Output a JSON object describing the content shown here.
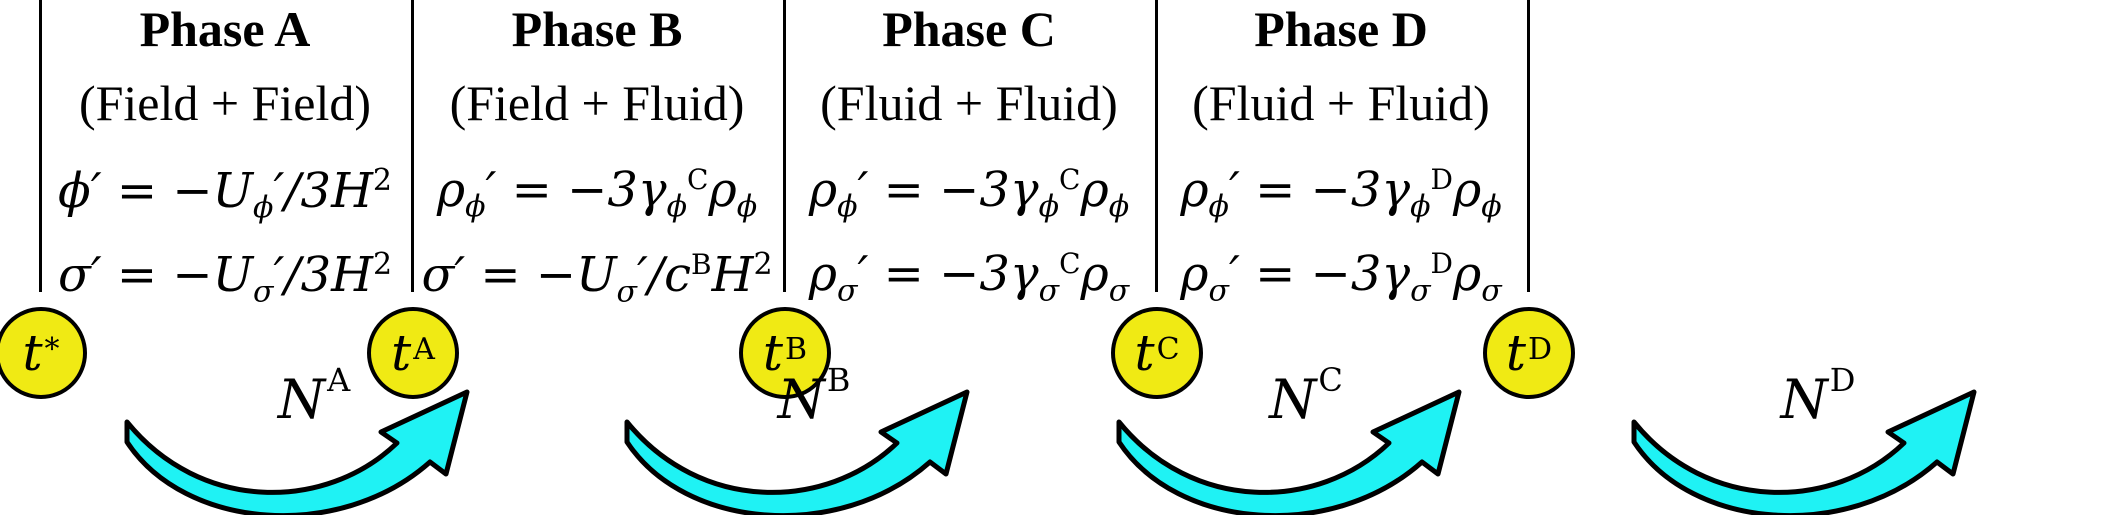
{
  "phases": [
    {
      "title": "Phase A",
      "subtitle": "(Field + Field)",
      "eq1": "ϕ′ = −U′ϕ/3H²",
      "eq2": "σ′ = −U′σ/3H²"
    },
    {
      "title": "Phase B",
      "subtitle": "(Field + Fluid)",
      "eq1": "ρ′ϕ = −3γϕᶜ ρϕ",
      "eq2": "σ′ = −U′σ/cᴮH²"
    },
    {
      "title": "Phase C",
      "subtitle": "(Fluid + Fluid)",
      "eq1": "ρ′ϕ = −3γϕᶜ ρϕ",
      "eq2": "ρ′σ = −3γσᶜ ρσ"
    },
    {
      "title": "Phase D",
      "subtitle": "(Fluid + Fluid)",
      "eq1": "ρ′ϕ = −3γϕᴰ ρϕ",
      "eq2": "ρ′σ = −3γσᴰ ρσ"
    }
  ],
  "nodes": [
    {
      "base": "t",
      "sup": "*"
    },
    {
      "base": "t",
      "sup": "A"
    },
    {
      "base": "t",
      "sup": "B"
    },
    {
      "base": "t",
      "sup": "C"
    },
    {
      "base": "t",
      "sup": "D"
    }
  ],
  "arrows": [
    {
      "base": "N",
      "sup": "A"
    },
    {
      "base": "N",
      "sup": "B"
    },
    {
      "base": "N",
      "sup": "C"
    },
    {
      "base": "N",
      "sup": "D"
    }
  ],
  "colors": {
    "node_fill": "#f0ea14",
    "arrow_fill": "#1ff2f4",
    "stroke": "#000000"
  }
}
